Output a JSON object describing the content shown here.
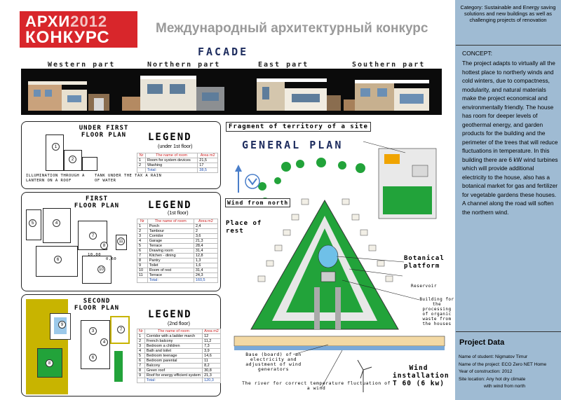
{
  "header": {
    "logo_line1": "АРХИ",
    "logo_year": "2012",
    "logo_line2": "КОНКУРС",
    "contest_title": "Международный архитектурный конкурс",
    "facade_title": "FACADE",
    "parts": [
      "Western part",
      "Northern part",
      "East part",
      "Southern part"
    ]
  },
  "under_first_floor": {
    "title": "UNDER FIRST FLOOR PLAN",
    "legend_title": "LEGEND",
    "legend_sub": "(under 1st floor)",
    "note_left": "ILLUMINATION THROUGH A LANTERN ON A ROOF",
    "note_right": "TANK UNDER THE TAX A RAIN OF WATER",
    "headers": [
      "Nr",
      "The name of room",
      "Area m2"
    ],
    "rows": [
      [
        "1",
        "Room for system devices",
        "21,5"
      ],
      [
        "2",
        "Washing",
        "17"
      ]
    ],
    "total": [
      "",
      "Total:",
      "38,5"
    ]
  },
  "first_floor": {
    "title": "FIRST FLOOR PLAN",
    "legend_title": "LEGEND",
    "legend_sub": "(1st floor)",
    "headers": [
      "Nr",
      "The name of room",
      "Area m2"
    ],
    "rows": [
      [
        "1",
        "Porch",
        "2,4"
      ],
      [
        "2",
        "Tambour",
        "2"
      ],
      [
        "3",
        "Corridor",
        "3,6"
      ],
      [
        "4",
        "Garage",
        "21,3"
      ],
      [
        "5",
        "Terrace",
        "28,4"
      ],
      [
        "6",
        "Drawing room",
        "31,4"
      ],
      [
        "7",
        "Kitchen - dining",
        "12,8"
      ],
      [
        "8",
        "Pantry",
        "1,3"
      ],
      [
        "9",
        "Toilet",
        "1,6"
      ],
      [
        "10",
        "Room of rest",
        "31,4"
      ],
      [
        "11",
        "Terrace",
        "24,3"
      ]
    ],
    "total": [
      "",
      "Total:",
      "160,5"
    ]
  },
  "second_floor": {
    "title": "SECOND FLOOR PLAN",
    "legend_title": "LEGEND",
    "legend_sub": "(2nd floor)",
    "headers": [
      "Nr",
      "The name of room",
      "Area m2"
    ],
    "rows": [
      [
        "1",
        "Corridor with a ladder march",
        "12"
      ],
      [
        "2",
        "French balcony",
        "11,2"
      ],
      [
        "3",
        "Bedroom a children",
        "7,3"
      ],
      [
        "4",
        "Bath and toilet",
        "3,9"
      ],
      [
        "5",
        "Bedroom teenage",
        "14,6"
      ],
      [
        "6",
        "Bedroom parental",
        "11"
      ],
      [
        "7",
        "Balcony",
        "8,2"
      ],
      [
        "8",
        "Green roof",
        "30,8"
      ],
      [
        "9",
        "Roof for energy efficient system",
        "21,3"
      ]
    ],
    "total": [
      "",
      "Total:",
      "120,3"
    ]
  },
  "site": {
    "fragment_label": "Fragment of territory of a site",
    "general_plan_title": "GENERAL PLAN",
    "wind_from_north": "Wind from north",
    "place_of_rest": "Place of rest",
    "botanical_platform": "Botanical platform",
    "reservoir": "Reservoir",
    "building_processing": "Building for the processing of organic waste from the houses",
    "base_board": "Base (board) of an electricity and adjustment of wind generators",
    "river": "The river for correct temperature fluctuation of a wind",
    "wind_installation": "Wind installation T 60 (6 kw)",
    "first_floor_dims": [
      "10,00",
      "0,60"
    ]
  },
  "sidebar": {
    "category": "Category: Sustainable and Energy saving solutions and new buildings as well as challenging projects of renovation",
    "concept_title": "CONCEPT:",
    "concept_text": "The project adapts to virtually all the hottest place to northerly winds and cold winters, due to compactness, modularity, and natural materials make the project economical and environmentally friendly. The house has room for deeper levels of geothermal energy, and garden products for the building and the perimeter of the trees that will reduce fluctuations in temperature. In this building there are 6 kW wind turbines which will provide additional electricity to the house, also has a botanical market for gas and fertilizer for vegetable gardens these houses. A channel along the road will soften the northern wind.",
    "project_data_title": "Project Data",
    "project_data": [
      "Name of student: Nigmatov Timur",
      "Name of the project: ECO Zero NET Home",
      "Year of construction: 2012",
      "Site location:  Any hot dry climate",
      "with wind from north"
    ]
  },
  "colors": {
    "logo_red": "#d8262b",
    "sidebar_blue": "#9fbbd3",
    "title_navy": "#1d2c5e",
    "green": "#22a33a"
  }
}
